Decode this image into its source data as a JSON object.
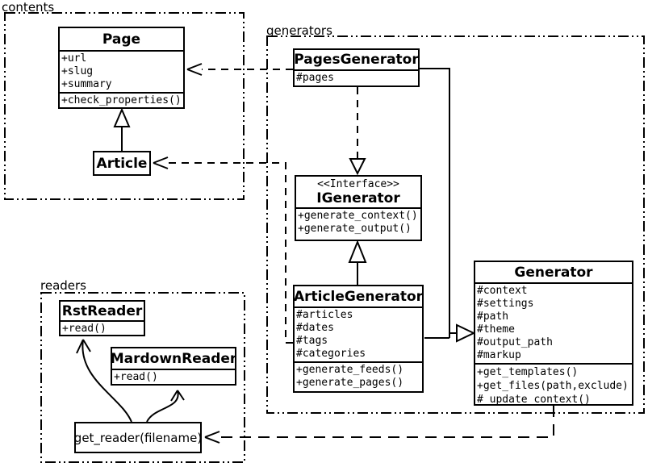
{
  "packages": {
    "contents": {
      "label": "contents"
    },
    "generators": {
      "label": "generators"
    },
    "readers": {
      "label": "readers"
    }
  },
  "classes": {
    "page": {
      "name": "Page",
      "attributes": [
        "+url",
        "+slug",
        "+summary"
      ],
      "methods": [
        "+check_properties()"
      ]
    },
    "article": {
      "name": "Article",
      "attributes": [],
      "methods": []
    },
    "pages_generator": {
      "name": "PagesGenerator",
      "attributes": [
        "#pages"
      ],
      "methods": []
    },
    "igenerator": {
      "stereotype": "<<Interface>>",
      "name": "IGenerator",
      "attributes": [],
      "methods": [
        "+generate_context()",
        "+generate_output()"
      ]
    },
    "article_generator": {
      "name": "ArticleGenerator",
      "attributes": [
        "#articles",
        "#dates",
        "#tags",
        "#categories"
      ],
      "methods": [
        "+generate_feeds()",
        "+generate_pages()"
      ]
    },
    "generator": {
      "name": "Generator",
      "attributes": [
        "#context",
        "#settings",
        "#path",
        "#theme",
        "#output_path",
        "#markup"
      ],
      "methods": [
        "+get_templates()",
        "+get_files(path,exclude)",
        "#_update_context()"
      ]
    },
    "rst_reader": {
      "name": "RstReader",
      "attributes": [],
      "methods": [
        "+read()"
      ]
    },
    "mardown_reader": {
      "name": "MardownReader",
      "attributes": [],
      "methods": [
        "+read()"
      ]
    }
  },
  "functions": {
    "get_reader": {
      "label": "get_reader(filename)"
    }
  },
  "relationships": [
    {
      "from": "Article",
      "to": "Page",
      "type": "generalization"
    },
    {
      "from": "PagesGenerator",
      "to": "Page",
      "type": "dependency"
    },
    {
      "from": "ArticleGenerator",
      "to": "Article",
      "type": "dependency"
    },
    {
      "from": "PagesGenerator",
      "to": "IGenerator",
      "type": "realization"
    },
    {
      "from": "ArticleGenerator",
      "to": "IGenerator",
      "type": "generalization"
    },
    {
      "from": "PagesGenerator",
      "to": "Generator",
      "type": "generalization"
    },
    {
      "from": "ArticleGenerator",
      "to": "Generator",
      "type": "generalization"
    },
    {
      "from": "Generator",
      "to": "get_reader(filename)",
      "type": "dependency"
    },
    {
      "from": "get_reader(filename)",
      "to": "RstReader",
      "type": "flow-arrow"
    },
    {
      "from": "get_reader(filename)",
      "to": "MardownReader",
      "type": "flow-arrow"
    }
  ],
  "colors": {
    "line": "#000000",
    "background": "#ffffff",
    "box_fill": "#ffffff"
  }
}
